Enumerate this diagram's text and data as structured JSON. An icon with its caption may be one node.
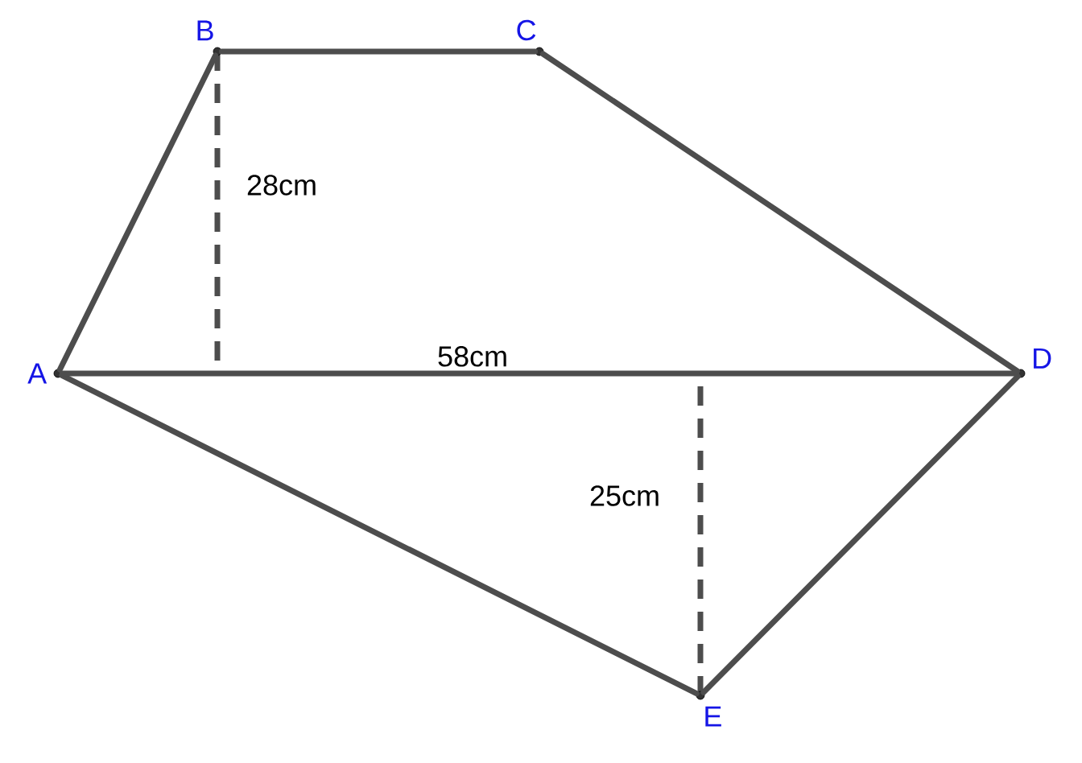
{
  "diagram": {
    "nodes": [
      {
        "text": [
          "A"
        ]
      },
      {
        "text": [
          "B"
        ]
      },
      {
        "text": [
          "C"
        ]
      },
      {
        "text": [
          "D"
        ]
      },
      {
        "text": [
          "E"
        ]
      }
    ],
    "edges": [
      {
        "from": 0,
        "to": 1,
        "arrow": "none"
      },
      {
        "from": 1,
        "to": 2,
        "arrow": "none"
      },
      {
        "from": 2,
        "to": 3,
        "arrow": "none"
      },
      {
        "from": 3,
        "to": 4,
        "arrow": "none"
      },
      {
        "from": 4,
        "to": 0,
        "arrow": "none"
      },
      {
        "from": 0,
        "to": 3,
        "arrow": "none",
        "label": "58cm"
      }
    ],
    "labels": [
      "28cm",
      "25cm"
    ]
  }
}
